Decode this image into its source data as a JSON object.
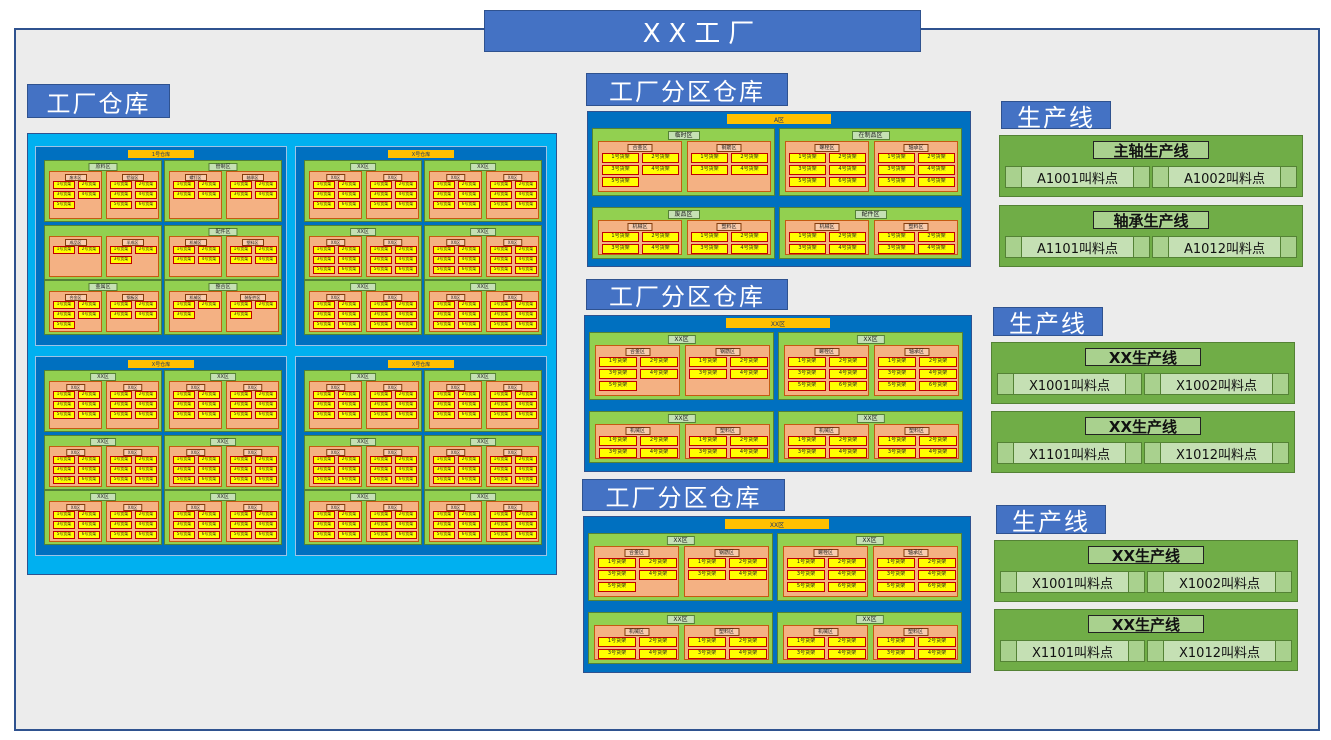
{
  "title": "XX工厂",
  "factory_warehouse": {
    "label": "工厂仓库",
    "quadrants": [
      {
        "title": "1号仓库",
        "zones": [
          {
            "label": "原料区",
            "subs": [
              {
                "label": "废木区",
                "shelves": [
                  "1号货架",
                  "2号货架",
                  "3号货架",
                  "4号货架",
                  "5号货架"
                ]
              },
              {
                "label": "铝锭区",
                "shelves": [
                  "1号货架",
                  "2号货架",
                  "3号货架",
                  "4号货架",
                  "5号货架",
                  "6号货架"
                ]
              }
            ]
          },
          {
            "label": "管制区",
            "subs": [
              {
                "label": "螺钉区",
                "shelves": [
                  "1号货架",
                  "2号货架",
                  "3号货架",
                  "4号货架"
                ]
              },
              {
                "label": "轴承区",
                "shelves": [
                  "1号货架",
                  "2号货架",
                  "3号货架",
                  "4号货架"
                ]
              }
            ]
          },
          {
            "label": "",
            "subs": [
              {
                "label": "成品区",
                "shelves": [
                  "1号货架",
                  "2号货架"
                ]
              },
              {
                "label": "半成区",
                "shelves": [
                  "1号货架",
                  "2号货架",
                  "3号货架"
                ]
              }
            ]
          },
          {
            "label": "配件区",
            "subs": [
              {
                "label": "机械区",
                "shelves": [
                  "1号货架",
                  "2号货架",
                  "3号货架",
                  "4号货架"
                ]
              },
              {
                "label": "塑料区",
                "shelves": [
                  "1号货架",
                  "2号货架",
                  "3号货架",
                  "4号货架"
                ]
              }
            ]
          },
          {
            "label": "金属区",
            "subs": [
              {
                "label": "合金区",
                "shelves": [
                  "1号货架",
                  "2号货架",
                  "3号货架",
                  "4号货架",
                  "5号货架"
                ]
              },
              {
                "label": "钢板区",
                "shelves": [
                  "1号货架",
                  "2号货架",
                  "3号货架",
                  "4号货架"
                ]
              }
            ]
          },
          {
            "label": "整合区",
            "subs": [
              {
                "label": "机械区",
                "shelves": [
                  "1号货架",
                  "2号货架",
                  "3号货架"
                ]
              },
              {
                "label": "装配件区",
                "shelves": [
                  "1号货架",
                  "2号货架",
                  "3号货架"
                ]
              }
            ]
          }
        ]
      },
      {
        "title": "X号仓库",
        "generic": true
      },
      {
        "title": "X号仓库",
        "generic": true
      },
      {
        "title": "X号仓库",
        "generic": true
      }
    ],
    "generic_zone": "XX区",
    "generic_sub": "XX区",
    "generic_shelves": [
      "1号货架",
      "2号货架",
      "3号货架",
      "4号货架",
      "5号货架",
      "6号货架"
    ]
  },
  "partition_warehouses": [
    {
      "label": "工厂分区仓库",
      "title": "A区",
      "zones": [
        {
          "label": "临时区",
          "subs": [
            {
              "label": "合金区",
              "shelves": [
                "1号货架",
                "2号货架",
                "3号货架",
                "4号货架",
                "5号货架"
              ]
            },
            {
              "label": "钢筋区",
              "shelves": [
                "1号货架",
                "2号货架",
                "3号货架",
                "4号货架"
              ]
            }
          ]
        },
        {
          "label": "在制品区",
          "subs": [
            {
              "label": "螺栓区",
              "shelves": [
                "1号货架",
                "2号货架",
                "3号货架",
                "4号货架",
                "5号货架",
                "6号货架"
              ]
            },
            {
              "label": "轴承区",
              "shelves": [
                "1号货架",
                "2号货架",
                "3号货架",
                "4号货架",
                "5号货架",
                "6号货架"
              ]
            }
          ]
        },
        {
          "label": "废品区",
          "subs": [
            {
              "label": "机械区",
              "shelves": [
                "1号货架",
                "2号货架",
                "3号货架",
                "4号货架"
              ]
            },
            {
              "label": "塑料区",
              "shelves": [
                "1号货架",
                "2号货架",
                "3号货架",
                "4号货架"
              ]
            }
          ]
        },
        {
          "label": "配件区",
          "subs": [
            {
              "label": "机械区",
              "shelves": [
                "1号货架",
                "2号货架",
                "3号货架",
                "4号货架"
              ]
            },
            {
              "label": "塑料区",
              "shelves": [
                "1号货架",
                "2号货架",
                "3号货架",
                "4号货架"
              ]
            }
          ]
        }
      ]
    },
    {
      "label": "工厂分区仓库",
      "title": "XX区",
      "zones": [
        {
          "label": "XX区",
          "subs": [
            {
              "label": "合金区",
              "shelves": [
                "1号货架",
                "2号货架",
                "3号货架",
                "4号货架",
                "5号货架"
              ]
            },
            {
              "label": "钢筋区",
              "shelves": [
                "1号货架",
                "2号货架",
                "3号货架",
                "4号货架"
              ]
            }
          ]
        },
        {
          "label": "XX区",
          "subs": [
            {
              "label": "螺栓区",
              "shelves": [
                "1号货架",
                "2号货架",
                "3号货架",
                "4号货架",
                "5号货架",
                "6号货架"
              ]
            },
            {
              "label": "轴承区",
              "shelves": [
                "1号货架",
                "2号货架",
                "3号货架",
                "4号货架",
                "5号货架",
                "6号货架"
              ]
            }
          ]
        },
        {
          "label": "XX区",
          "subs": [
            {
              "label": "机械区",
              "shelves": [
                "1号货架",
                "2号货架",
                "3号货架",
                "4号货架"
              ]
            },
            {
              "label": "塑料区",
              "shelves": [
                "1号货架",
                "2号货架",
                "3号货架",
                "4号货架"
              ]
            }
          ]
        },
        {
          "label": "XX区",
          "subs": [
            {
              "label": "机械区",
              "shelves": [
                "1号货架",
                "2号货架",
                "3号货架",
                "4号货架"
              ]
            },
            {
              "label": "塑料区",
              "shelves": [
                "1号货架",
                "2号货架",
                "3号货架",
                "4号货架"
              ]
            }
          ]
        }
      ]
    },
    {
      "label": "工厂分区仓库",
      "title": "XX区",
      "zones": [
        {
          "label": "XX区",
          "subs": [
            {
              "label": "合金区",
              "shelves": [
                "1号货架",
                "2号货架",
                "3号货架",
                "4号货架",
                "5号货架"
              ]
            },
            {
              "label": "钢筋区",
              "shelves": [
                "1号货架",
                "2号货架",
                "3号货架",
                "4号货架"
              ]
            }
          ]
        },
        {
          "label": "XX区",
          "subs": [
            {
              "label": "螺栓区",
              "shelves": [
                "1号货架",
                "2号货架",
                "3号货架",
                "4号货架",
                "5号货架",
                "6号货架"
              ]
            },
            {
              "label": "轴承区",
              "shelves": [
                "1号货架",
                "2号货架",
                "3号货架",
                "4号货架",
                "5号货架",
                "6号货架"
              ]
            }
          ]
        },
        {
          "label": "XX区",
          "subs": [
            {
              "label": "机械区",
              "shelves": [
                "1号货架",
                "2号货架",
                "3号货架",
                "4号货架"
              ]
            },
            {
              "label": "塑料区",
              "shelves": [
                "1号货架",
                "2号货架",
                "3号货架",
                "4号货架"
              ]
            }
          ]
        },
        {
          "label": "XX区",
          "subs": [
            {
              "label": "机械区",
              "shelves": [
                "1号货架",
                "2号货架",
                "3号货架",
                "4号货架"
              ]
            },
            {
              "label": "塑料区",
              "shelves": [
                "1号货架",
                "2号货架",
                "3号货架",
                "4号货架"
              ]
            }
          ]
        }
      ]
    }
  ],
  "production_groups": [
    {
      "label": "生产线",
      "lines": [
        {
          "title": "主轴生产线",
          "points": [
            "A1001叫料点",
            "A1002叫料点"
          ]
        },
        {
          "title": "轴承生产线",
          "points": [
            "A1101叫料点",
            "A1012叫料点"
          ]
        }
      ]
    },
    {
      "label": "生产线",
      "lines": [
        {
          "title": "XX生产线",
          "points": [
            "X1001叫料点",
            "X1002叫料点"
          ]
        },
        {
          "title": "XX生产线",
          "points": [
            "X1101叫料点",
            "X1012叫料点"
          ]
        }
      ]
    },
    {
      "label": "生产线",
      "lines": [
        {
          "title": "XX生产线",
          "points": [
            "X1001叫料点",
            "X1002叫料点"
          ]
        },
        {
          "title": "XX生产线",
          "points": [
            "X1101叫料点",
            "X1012叫料点"
          ]
        }
      ]
    }
  ]
}
